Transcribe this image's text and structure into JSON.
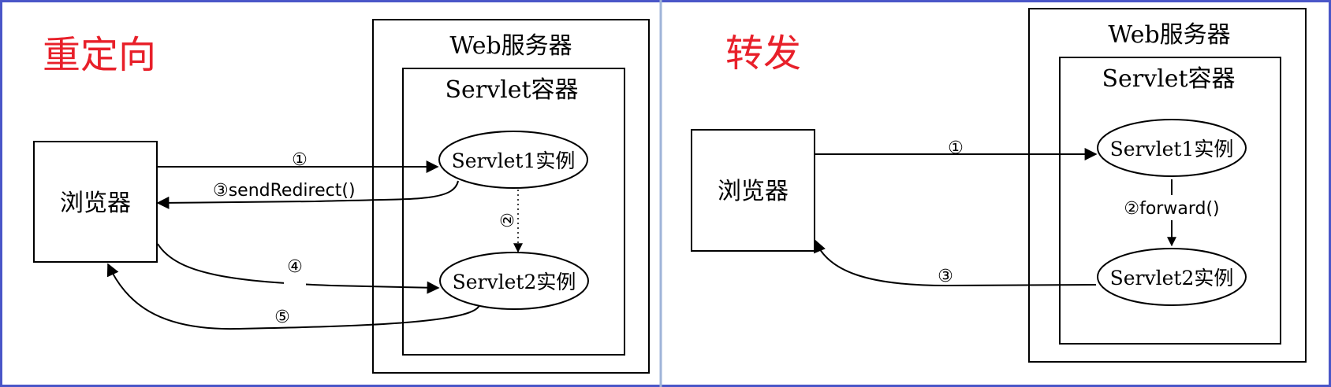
{
  "colors": {
    "title": "#e8202a",
    "frame": "#4a56c8",
    "divider": "#9fb4d8",
    "stroke": "#000000"
  },
  "redirect": {
    "title": "重定向",
    "web_server": "Web服务器",
    "servlet_container": "Servlet容器",
    "browser": "浏览器",
    "servlet1": "Servlet1实例",
    "servlet2": "Servlet2实例",
    "step1": "①",
    "step2": "②",
    "step3": "③sendRedirect()",
    "step4": "④",
    "step5": "⑤"
  },
  "forward": {
    "title": "转发",
    "web_server": "Web服务器",
    "servlet_container": "Servlet容器",
    "browser": "浏览器",
    "servlet1": "Servlet1实例",
    "servlet2": "Servlet2实例",
    "step1": "①",
    "step2": "②forward()",
    "step3": "③"
  }
}
